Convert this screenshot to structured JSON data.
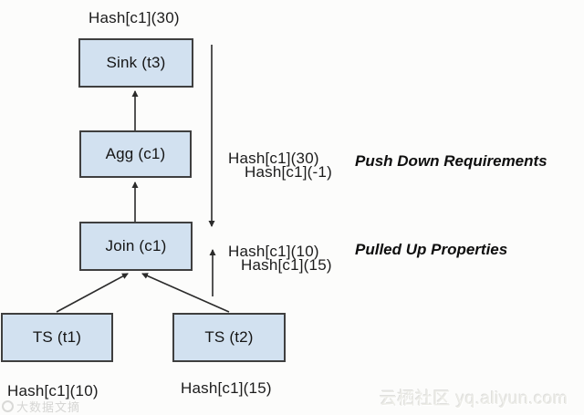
{
  "diagram": {
    "root_annotation": "Hash[c1](30)",
    "nodes": [
      {
        "id": "sink",
        "label": "Sink (t3)"
      },
      {
        "id": "agg",
        "label": "Agg (c1)"
      },
      {
        "id": "join",
        "label": "Join (c1)"
      },
      {
        "id": "ts1",
        "label": "TS (t1)"
      },
      {
        "id": "ts2",
        "label": "TS (t2)"
      }
    ],
    "push_down": {
      "title": "Push Down Requirements",
      "requirements": [
        "Hash[c1](30)",
        "Hash[c1](-1)"
      ]
    },
    "pulled_up": {
      "title": "Pulled Up Properties",
      "properties": [
        "Hash[c1](10)",
        "Hash[c1](15)"
      ]
    },
    "leaf_annotations": [
      {
        "node": "ts1",
        "label": "Hash[c1](10)"
      },
      {
        "node": "ts2",
        "label": "Hash[c1](15)"
      }
    ],
    "colors": {
      "node_fill": "#d2e1f0",
      "node_border": "#3f3f3f",
      "arrow": "#2b2b2b",
      "text": "#151515"
    }
  },
  "watermarks": {
    "bottom_left": "大数据文摘",
    "bottom_right": "云栖社区 yq.aliyun.com"
  }
}
